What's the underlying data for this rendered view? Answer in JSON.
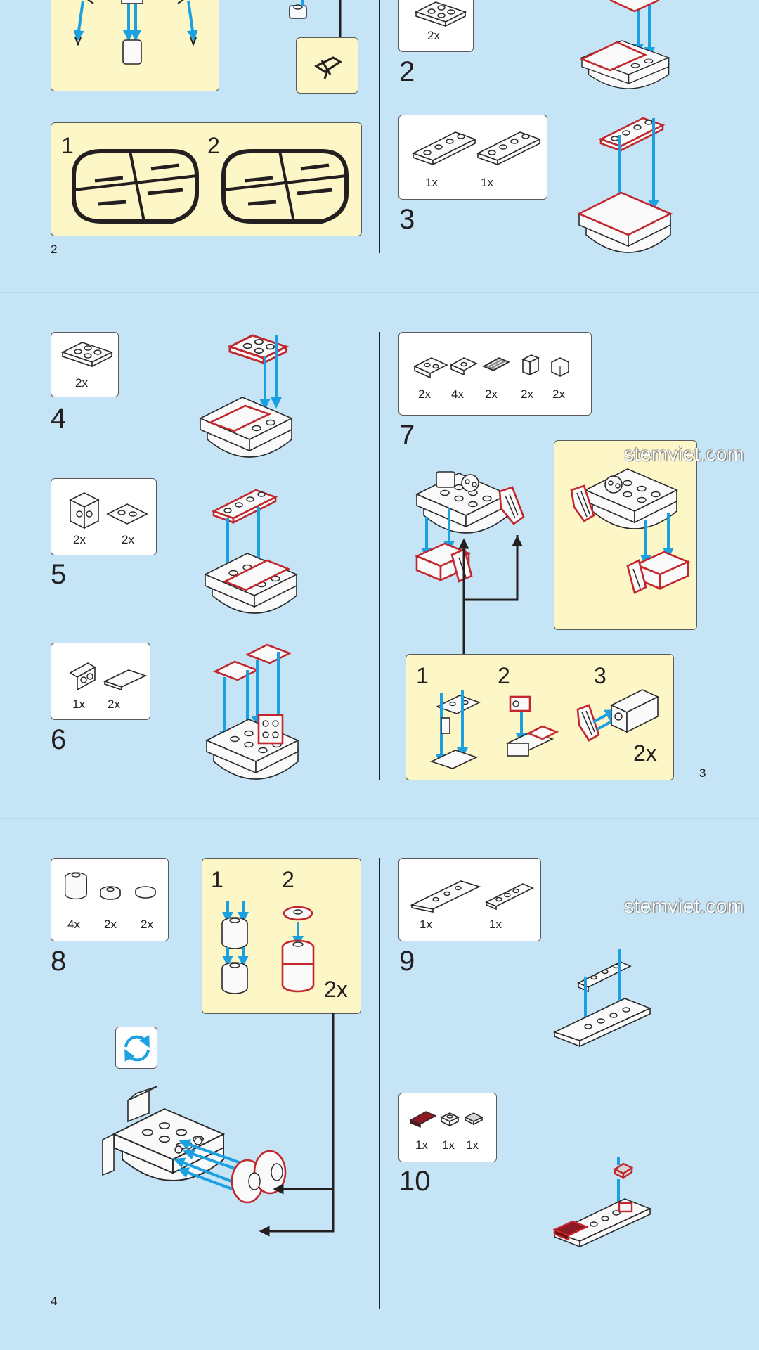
{
  "watermark": "stemviet.com",
  "page_a": {
    "page_number": "2",
    "inset_numbers": [
      "1",
      "2"
    ],
    "step2": {
      "number": "2",
      "parts": [
        {
          "qty": "2x"
        }
      ]
    },
    "step3": {
      "number": "3",
      "parts": [
        {
          "qty": "1x"
        },
        {
          "qty": "1x"
        }
      ]
    }
  },
  "page_b": {
    "page_number": "3",
    "step4": {
      "number": "4",
      "parts": [
        {
          "qty": "2x"
        }
      ]
    },
    "step5": {
      "number": "5",
      "parts": [
        {
          "qty": "2x"
        },
        {
          "qty": "2x"
        }
      ]
    },
    "step6": {
      "number": "6",
      "parts": [
        {
          "qty": "1x"
        },
        {
          "qty": "2x"
        }
      ]
    },
    "step7": {
      "number": "7",
      "parts": [
        {
          "qty": "2x"
        },
        {
          "qty": "4x"
        },
        {
          "qty": "2x"
        },
        {
          "qty": "2x"
        },
        {
          "qty": "2x"
        }
      ]
    },
    "sub_steps": [
      "1",
      "2",
      "3"
    ],
    "sub_multiplier": "2x"
  },
  "page_c": {
    "page_number": "4",
    "step8": {
      "number": "8",
      "parts": [
        {
          "qty": "4x"
        },
        {
          "qty": "2x"
        },
        {
          "qty": "2x"
        }
      ]
    },
    "step8_sub": [
      "1",
      "2"
    ],
    "step8_multiplier": "2x",
    "step9": {
      "number": "9",
      "parts": [
        {
          "qty": "1x"
        },
        {
          "qty": "1x"
        }
      ]
    },
    "step10": {
      "number": "10",
      "parts": [
        {
          "qty": "1x"
        },
        {
          "qty": "1x"
        },
        {
          "qty": "1x"
        }
      ]
    }
  },
  "colors": {
    "background": "#c5e5f7",
    "callout": "#fdf6c6",
    "arrow": "#1ba1e2",
    "highlight": "#c1272d",
    "dark_red_part": "#8b1a24"
  },
  "icons": [
    "rotate-model-icon"
  ]
}
